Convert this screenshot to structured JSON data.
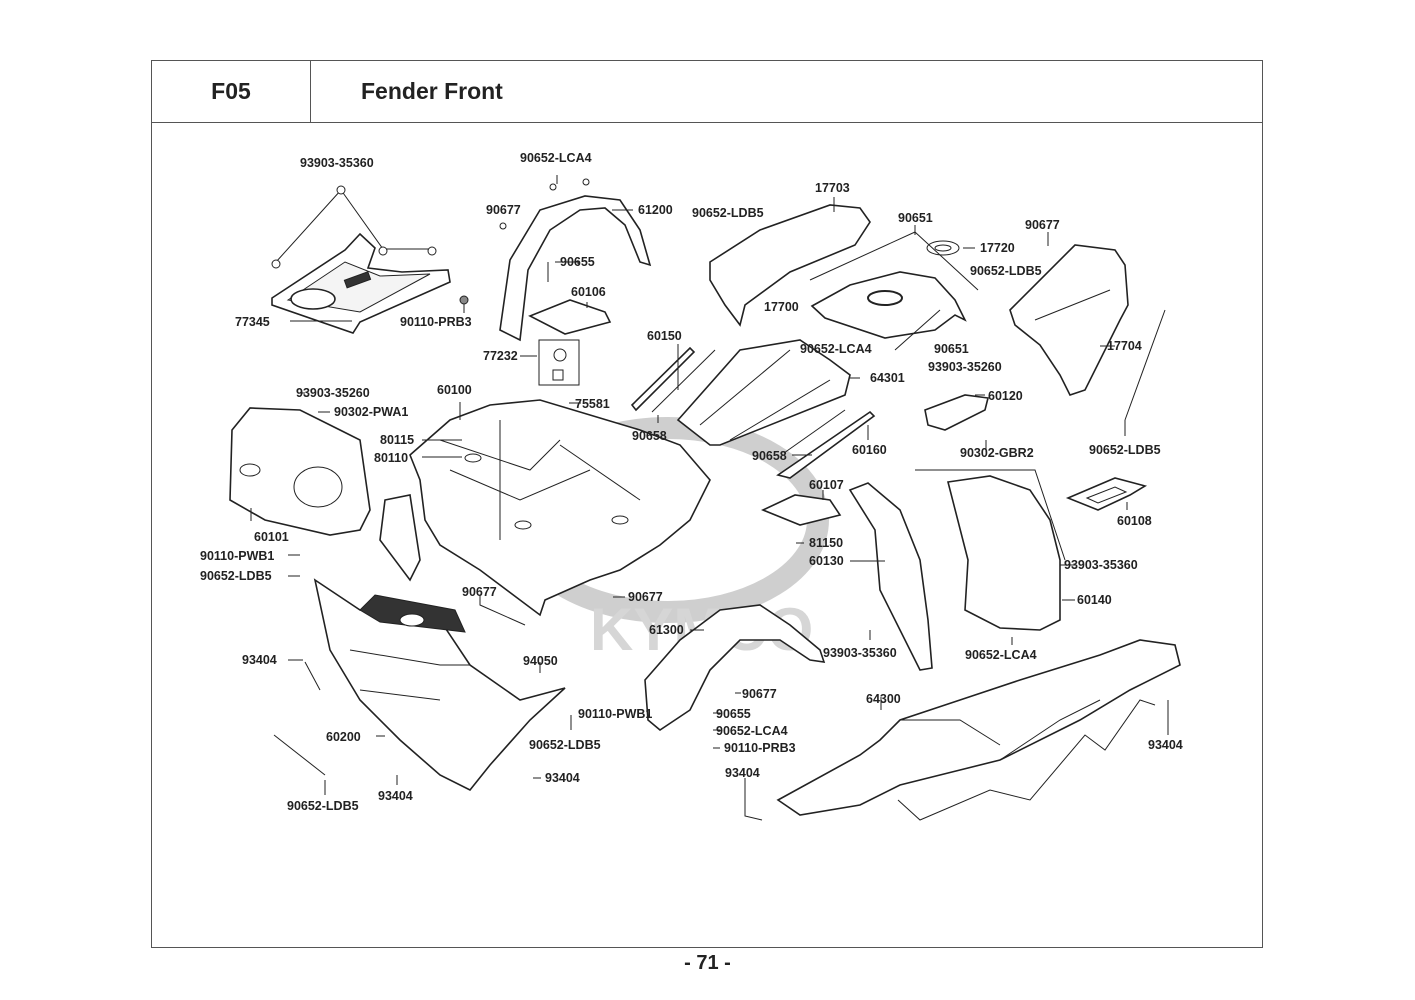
{
  "header": {
    "code": "F05",
    "title": "Fender Front"
  },
  "page_number": "- 71 -",
  "watermark": "KYMCO",
  "labels": {
    "l93903_35360_a": "93903-35360",
    "l77345": "77345",
    "l90110_PRB3_a": "90110-PRB3",
    "l90652_LCA4_a": "90652-LCA4",
    "l90677_a": "90677",
    "l61200": "61200",
    "l90655_a": "90655",
    "l60106": "60106",
    "l77232": "77232",
    "l60150": "60150",
    "l17703": "17703",
    "l90652_LDB5_a": "90652-LDB5",
    "l90651_a": "90651",
    "l17720": "17720",
    "l90677_b": "90677",
    "l90652_LDB5_b": "90652-LDB5",
    "l17700": "17700",
    "l90652_LCA4_b": "90652-LCA4",
    "l90651_b": "90651",
    "l93903_35260_a": "93903-35260",
    "l17704": "17704",
    "l64301": "64301",
    "l60120": "60120",
    "l90652_LDB5_c": "90652-LDB5",
    "l93903_35260_b": "93903-35260",
    "l90302_PWA1": "90302-PWA1",
    "l60100": "60100",
    "l75581": "75581",
    "l90658_a": "90658",
    "l90658_b": "90658",
    "l60160": "60160",
    "l80115": "80115",
    "l80110": "80110",
    "l90302_GBR2": "90302-GBR2",
    "l60101": "60101",
    "l60107": "60107",
    "l60108": "60108",
    "l90110_PWB1_a": "90110-PWB1",
    "l90652_LDB5_d": "90652-LDB5",
    "l81150": "81150",
    "l60130": "60130",
    "l93903_35360_b": "93903-35360",
    "l90677_c": "90677",
    "l90677_d": "90677",
    "l60140": "60140",
    "l61300": "61300",
    "l93404_a": "93404",
    "l94050": "94050",
    "l93903_35360_c": "93903-35360",
    "l90652_LCA4_c": "90652-LCA4",
    "l64300": "64300",
    "l90677_e": "90677",
    "l90110_PWB1_b": "90110-PWB1",
    "l90655_b": "90655",
    "l90652_LCA4_d": "90652-LCA4",
    "l60200": "60200",
    "l90652_LDB5_e": "90652-LDB5",
    "l90110_PRB3_b": "90110-PRB3",
    "l93404_b": "93404",
    "l93404_c": "93404",
    "l93404_d": "93404",
    "l90652_LDB5_f": "90652-LDB5"
  }
}
